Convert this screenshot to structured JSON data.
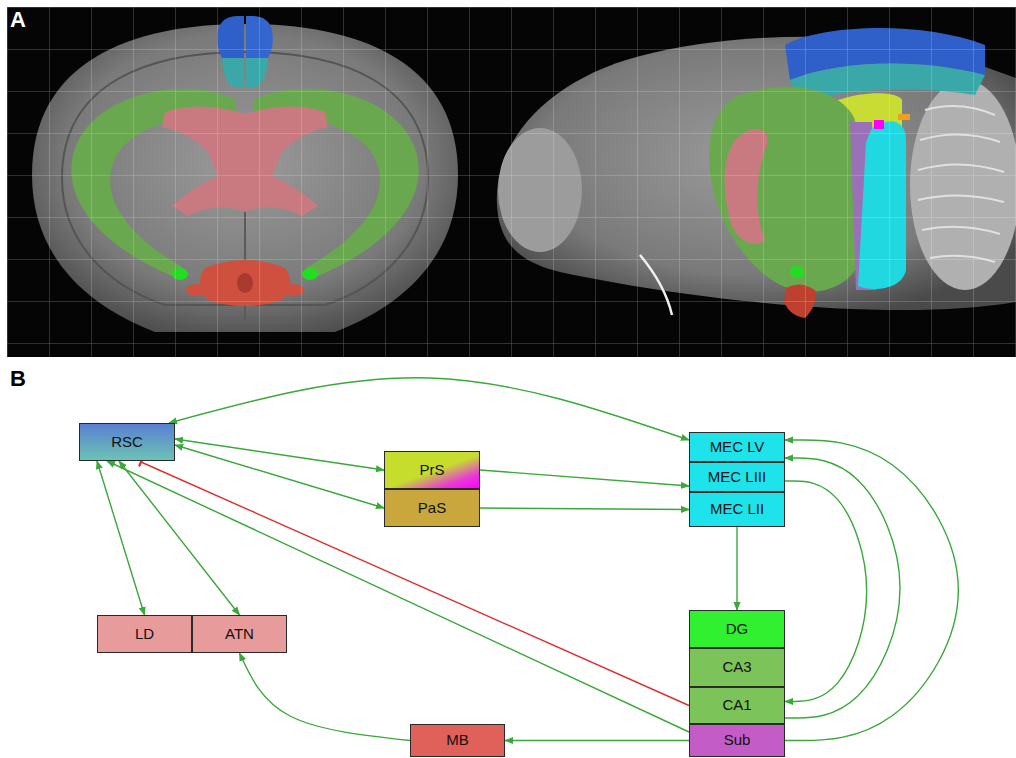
{
  "diagram": {
    "nodes": [
      {
        "text": [
          "RSC"
        ]
      },
      {
        "text": [
          "PrS"
        ]
      },
      {
        "text": [
          "PaS"
        ]
      },
      {
        "text": [
          "MEC LV"
        ]
      },
      {
        "text": [
          "MEC LIII"
        ]
      },
      {
        "text": [
          "MEC LII"
        ]
      },
      {
        "text": [
          "DG"
        ]
      },
      {
        "text": [
          "CA3"
        ]
      },
      {
        "text": [
          "CA1"
        ]
      },
      {
        "text": [
          "Sub"
        ]
      },
      {
        "text": [
          "LD"
        ]
      },
      {
        "text": [
          "ATN"
        ]
      },
      {
        "text": [
          "MB"
        ]
      }
    ],
    "edges": [
      {
        "from": 0,
        "to": 3,
        "arrow": "both"
      },
      {
        "from": 0,
        "to": 1,
        "arrow": "both"
      },
      {
        "from": 0,
        "to": 2,
        "arrow": "both"
      },
      {
        "from": 1,
        "to": 4,
        "arrow": "to"
      },
      {
        "from": 2,
        "to": 5,
        "arrow": "to"
      },
      {
        "from": 5,
        "to": 6,
        "arrow": "to"
      },
      {
        "from": 4,
        "to": 8,
        "arrow": "to"
      },
      {
        "from": 8,
        "to": 3,
        "arrow": "to"
      },
      {
        "from": 9,
        "to": 3,
        "arrow": "to"
      },
      {
        "from": 8,
        "to": 0,
        "arrow": "to"
      },
      {
        "from": 9,
        "to": 0,
        "arrow": "to"
      },
      {
        "from": 0,
        "to": 10,
        "arrow": "both"
      },
      {
        "from": 0,
        "to": 11,
        "arrow": "both"
      },
      {
        "from": 12,
        "to": 11,
        "arrow": "to"
      },
      {
        "from": 9,
        "to": 12,
        "arrow": "to"
      }
    ],
    "labels": [
      "A",
      "B"
    ]
  }
}
